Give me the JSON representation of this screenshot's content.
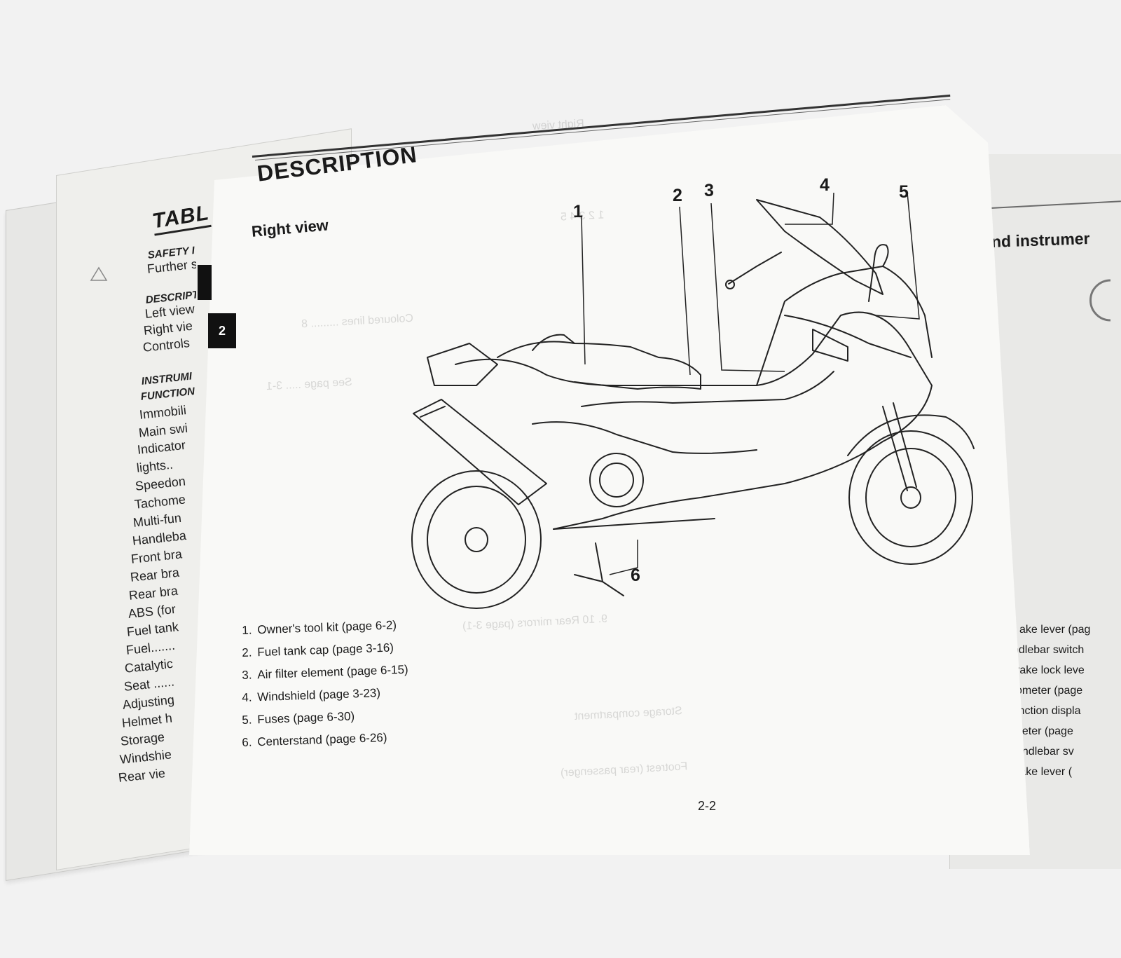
{
  "main_page": {
    "title": "DESCRIPTION",
    "section": "Right view",
    "chapter_tab": "2",
    "page_number": "2-2",
    "callouts": [
      "1",
      "2",
      "3",
      "4",
      "5",
      "6"
    ],
    "legend": [
      {
        "num": "1.",
        "text": "Owner's tool kit (page 6-2)"
      },
      {
        "num": "2.",
        "text": "Fuel tank cap (page 3-16)"
      },
      {
        "num": "3.",
        "text": "Air filter element (page 6-15)"
      },
      {
        "num": "4.",
        "text": "Windshield (page 3-23)"
      },
      {
        "num": "5.",
        "text": "Fuses (page 6-30)"
      },
      {
        "num": "6.",
        "text": "Centerstand (page 6-26)"
      }
    ]
  },
  "toc_page": {
    "title": "TABL",
    "lines": [
      {
        "text": "SAFETY I",
        "bold": true
      },
      {
        "text": "Further s",
        "bold": false
      },
      {
        "text": "DESCRIPT",
        "bold": true
      },
      {
        "text": "Left view",
        "bold": false
      },
      {
        "text": "Right vie",
        "bold": false
      },
      {
        "text": "Controls",
        "bold": false
      },
      {
        "text": "INSTRUMI",
        "bold": true
      },
      {
        "text": "FUNCTION",
        "bold": true
      },
      {
        "text": "Immobili",
        "bold": false
      },
      {
        "text": "Main swi",
        "bold": false
      },
      {
        "text": "Indicator",
        "bold": false
      },
      {
        "text": "lights..",
        "bold": false
      },
      {
        "text": "Speedon",
        "bold": false
      },
      {
        "text": "Tachome",
        "bold": false
      },
      {
        "text": "Multi-fun",
        "bold": false
      },
      {
        "text": "Handleba",
        "bold": false
      },
      {
        "text": "Front bra",
        "bold": false
      },
      {
        "text": "Rear bra",
        "bold": false
      },
      {
        "text": "Rear bra",
        "bold": false
      },
      {
        "text": "ABS (for",
        "bold": false
      },
      {
        "text": "Fuel tank",
        "bold": false
      },
      {
        "text": "Fuel.......",
        "bold": false
      },
      {
        "text": "Catalytic",
        "bold": false
      },
      {
        "text": "Seat ......",
        "bold": false
      },
      {
        "text": "Adjusting",
        "bold": false
      },
      {
        "text": "Helmet h",
        "bold": false
      },
      {
        "text": "Storage",
        "bold": false
      },
      {
        "text": "Windshie",
        "bold": false
      },
      {
        "text": "Rear vie",
        "bold": false
      }
    ]
  },
  "right_page": {
    "header": "s and instrumer",
    "items": [
      "ake lever (pag",
      "ndlebar switch",
      "rake lock leve",
      "ometer (page",
      "inction displa",
      "neter (page",
      "andlebar sv",
      "rake lever ("
    ]
  }
}
